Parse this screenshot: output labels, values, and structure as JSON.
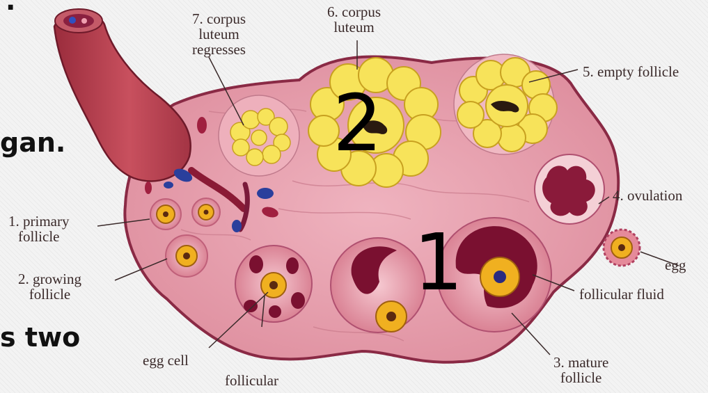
{
  "slide_fragments": {
    "top_dot": ".",
    "gan": "gan.",
    "s_two": "s two"
  },
  "labels": {
    "corpus_luteum_regresses": [
      "7. corpus",
      "luteum",
      "regresses"
    ],
    "corpus_luteum": [
      "6. corpus",
      "luteum"
    ],
    "empty_follicle": "5. empty follicle",
    "ovulation": "4. ovulation",
    "egg": "egg",
    "follicular_fluid": "follicular fluid",
    "mature_follicle": [
      "3. mature",
      "follicle"
    ],
    "follicular": "follicular",
    "egg_cell": "egg cell",
    "growing_follicle": [
      "2. growing",
      "follicle"
    ],
    "primary_follicle": [
      "1. primary",
      "follicle"
    ]
  },
  "annotations": {
    "number_1": "1",
    "number_2": "2"
  },
  "colors": {
    "ovary_tissue": "#e8a0ae",
    "ovary_outline": "#8a2a45",
    "corpus_luteum": "#f7e35a",
    "follicle_fluid": "#7a1030",
    "egg_yolk": "#f0b020",
    "tube": "#b8404e"
  }
}
